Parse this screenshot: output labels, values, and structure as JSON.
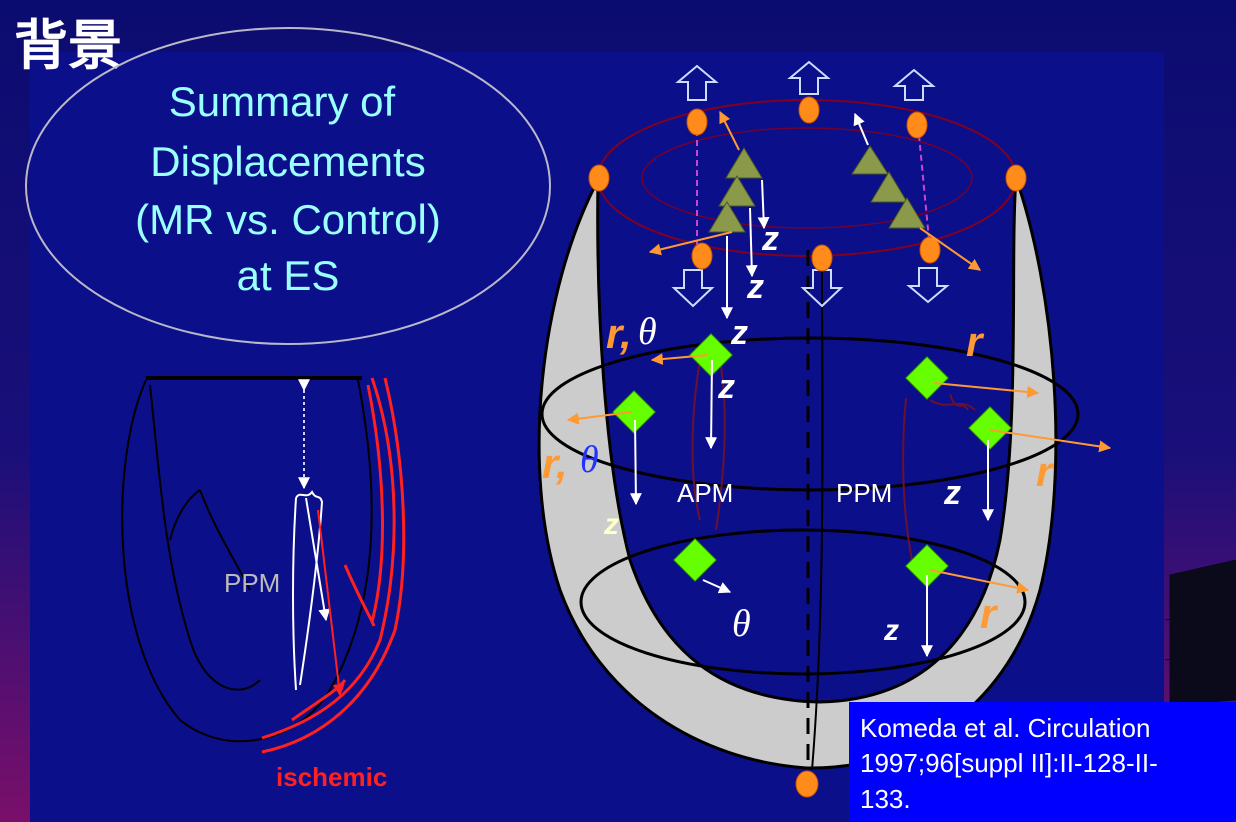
{
  "header": {
    "title": "背景"
  },
  "summary": {
    "line1": "Summary of",
    "line2": "Displacements",
    "line3": "(MR vs. Control)",
    "line4": "at ES"
  },
  "left_diagram": {
    "ppm_label": "PPM",
    "ischemic_label": "ischemic"
  },
  "heart": {
    "apm_label": "APM",
    "ppm_label": "PPM",
    "z": "z",
    "r": "r",
    "theta": "θ",
    "r_theta_1": "r,",
    "r_theta_2": "r,"
  },
  "citation": {
    "line1": "Komeda et al. Circulation",
    "line2": "1997;96[suppl II]:II-128-II-",
    "line3": "133."
  },
  "colors": {
    "background": "#0c0f8a",
    "title_text": "#99ffff",
    "wall": "#cccccc",
    "marker": "#ff8c1a",
    "pm_diamond": "#66ff00",
    "leaflet_triangle": "#8a9a4a",
    "ischemic": "#ff2020",
    "citation_box": "#0000ff"
  }
}
